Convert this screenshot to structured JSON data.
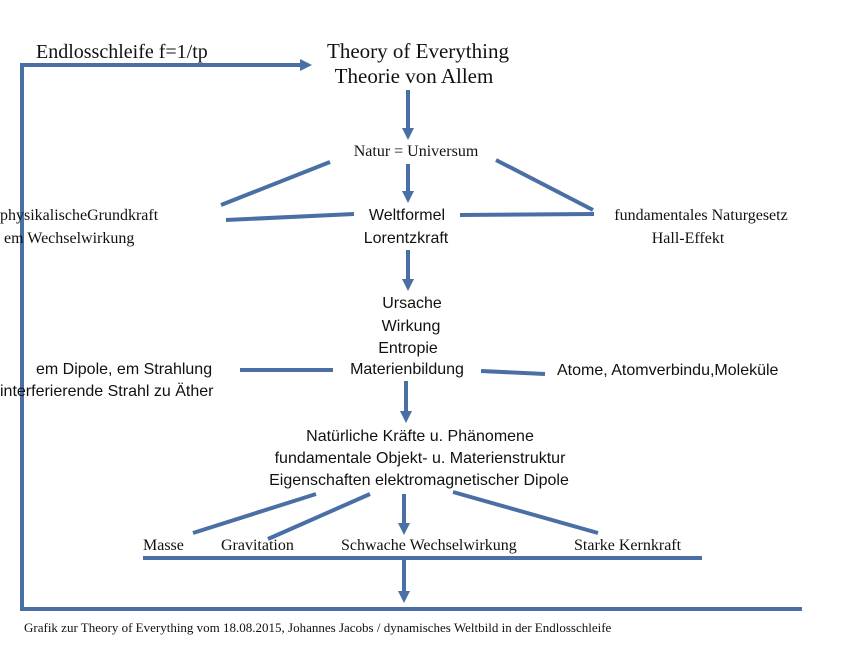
{
  "loop": {
    "label": "Endlosschleife  f=1/tp"
  },
  "top": {
    "line1": "Theory of Everything",
    "line2": "Theorie von Allem"
  },
  "natur": {
    "label": "Natur = Universum"
  },
  "left_mid": {
    "line1": "physikalischeGrundkraft",
    "line2": "em Wechselwirkung"
  },
  "center_mid": {
    "line1": "Weltformel",
    "line2": "Lorentzkraft"
  },
  "right_mid": {
    "line1": "fundamentales Naturgesetz",
    "line2": "Hall-Effekt"
  },
  "ursache_block": {
    "line1": "Ursache",
    "line2": "Wirkung",
    "line3": "Entropie",
    "line4": "Materienbildung"
  },
  "left_lower": {
    "line1": "em Dipole, em Strahlung",
    "line2": "interferierende Strahl zu Äther"
  },
  "right_lower": {
    "label": "Atome, Atomverbindu,Moleküle"
  },
  "natural_block": {
    "line1": "Natürliche Kräfte u. Phänomene",
    "line2": "fundamentale Objekt- u. Materienstruktur",
    "line3": "Eigenschaften elektromagnetischer Dipole"
  },
  "forces": {
    "masse": "Masse",
    "gravitation": "Gravitation",
    "schwache": "Schwache Wechselwirkung",
    "starke": "Starke Kernkraft"
  },
  "caption": {
    "text": "Grafik zur Theory of Everything vom 18.08.2015, Johannes Jacobs / dynamisches Weltbild in der Endlosschleife"
  },
  "colors": {
    "line": "#4a6fa5",
    "text": "#111111",
    "background": "#ffffff"
  }
}
